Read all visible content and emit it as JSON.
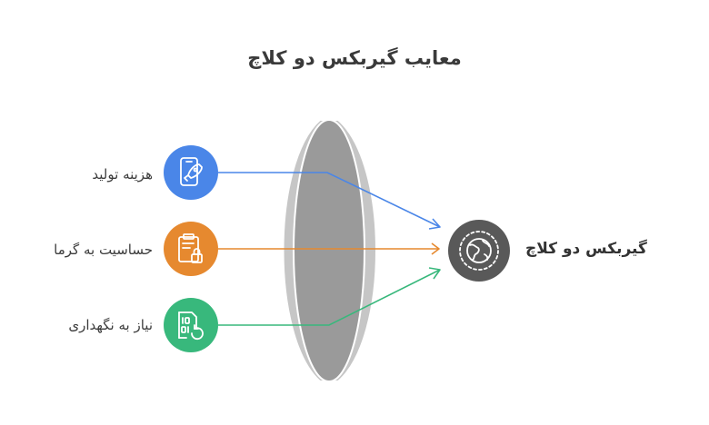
{
  "title": "معایب گیربکس دو کلاچ",
  "target": {
    "label": "گیربکس دو کلاچ",
    "icon": "globe-icon",
    "color": "#595959"
  },
  "items": [
    {
      "label": "هزینه تولید",
      "icon": "phone-rocket-icon",
      "color": "#4a86e8"
    },
    {
      "label": "حساسیت به گرما",
      "icon": "clipboard-lock-icon",
      "color": "#e6892f"
    },
    {
      "label": "نیاز به نگهداری",
      "icon": "binary-file-refresh-icon",
      "color": "#38b87c"
    }
  ],
  "lens_color": "#9a9a9a"
}
